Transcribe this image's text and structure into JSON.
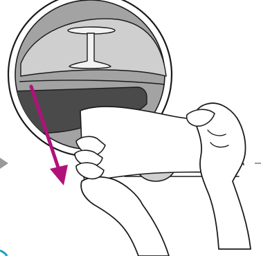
{
  "illustration": {
    "kind": "line-art instruction",
    "elements": [
      "magnified-circle-inset",
      "stand-icon",
      "removable-panel",
      "pull-direction-arrow",
      "left-hand",
      "right-hand",
      "appliance-body",
      "drum-disc-icon",
      "side-arrow-marker-left",
      "side-arrow-marker-right"
    ]
  },
  "colors": {
    "background": "#ffffff",
    "outline": "#1a1a1a",
    "inset_fill": "#a3a3a3",
    "inset_light": "#cfcfcf",
    "panel_dark": "#4a4a4a",
    "arrow": "#b0127a",
    "marker": "#9a9a9a",
    "accent": "#1aa0c8"
  },
  "icons": {
    "arrow": "arrow-down-left-icon",
    "marker_left": "triangle-right-icon",
    "marker_right": "dash-icon"
  }
}
